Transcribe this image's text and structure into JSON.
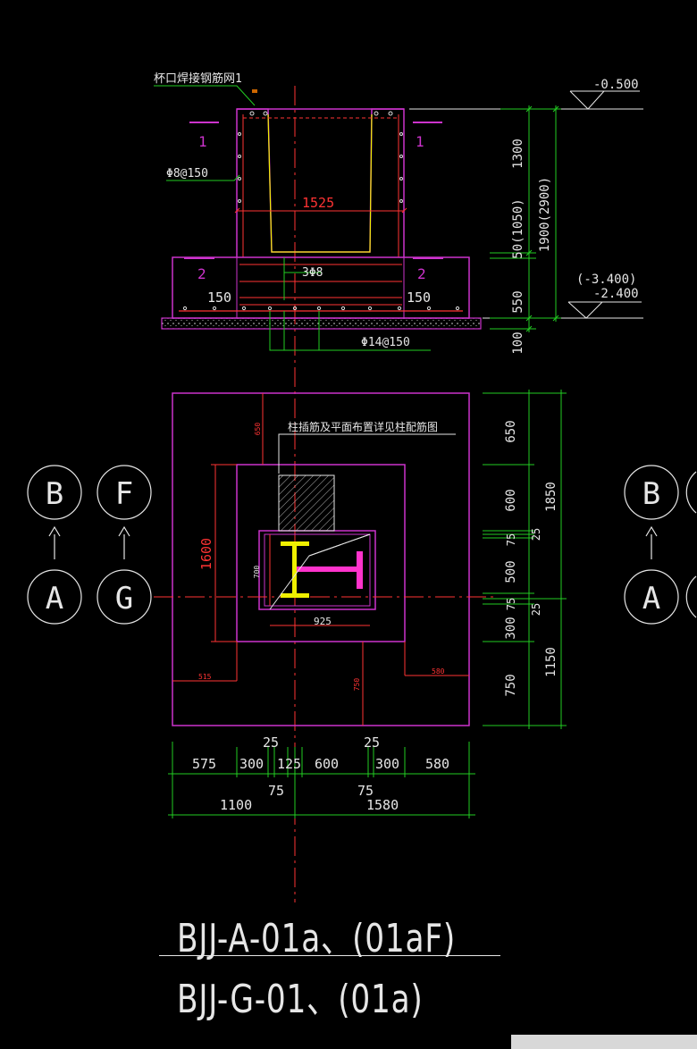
{
  "section": {
    "cup_mesh_label": "杯口焊接钢筋网1",
    "rebar_phi8": "Φ8@150",
    "rebar_3phi8": "3Φ8",
    "rebar_phi14": "Φ14@150",
    "cut_1": "1",
    "cut_2": "2",
    "dim_inner_width": "1525",
    "dim_150": "150",
    "elev_top": "-0.500",
    "elev_bottom_a": "(-3.400)",
    "elev_bottom_b": "-2.400",
    "vdim": [
      "1300",
      "50(1050)",
      "550",
      "100"
    ],
    "vdim_total": "1900(2900)"
  },
  "plan": {
    "note_label": "柱插筋及平面布置详见柱配筋图",
    "dim_1600": "1600",
    "dim_925": "925",
    "dim_700": "700",
    "dim_650_small": "650",
    "dim_515": "515",
    "dim_750_small": "750",
    "dim_580_small": "580",
    "vdim_right": [
      "650",
      "600",
      "75",
      "25",
      "500",
      "75",
      "25",
      "300",
      "750"
    ],
    "vdim_total_top": "1850",
    "vdim_total_bottom": "1150",
    "hdim_top_small": [
      "25",
      "25"
    ],
    "hdim_row1": [
      "575",
      "300",
      "125",
      "600",
      "300",
      "580"
    ],
    "hdim_row2": [
      "75",
      "75"
    ],
    "hdim_totals": [
      "1100",
      "1580"
    ]
  },
  "grid_bubbles": {
    "left_top": [
      "B",
      "F"
    ],
    "left_bottom": [
      "A",
      "G"
    ],
    "right_top": "B",
    "right_bottom": "A"
  },
  "titles": {
    "line1": "BJJ-A-01a、(01aF)",
    "line2": "BJJ-G-01、(01a)"
  },
  "colors": {
    "background": "#000000",
    "magenta": "#cc33cc",
    "green": "#22cc22",
    "red": "#ff3333",
    "yellow": "#f0f000",
    "white": "#e6e6e6"
  }
}
